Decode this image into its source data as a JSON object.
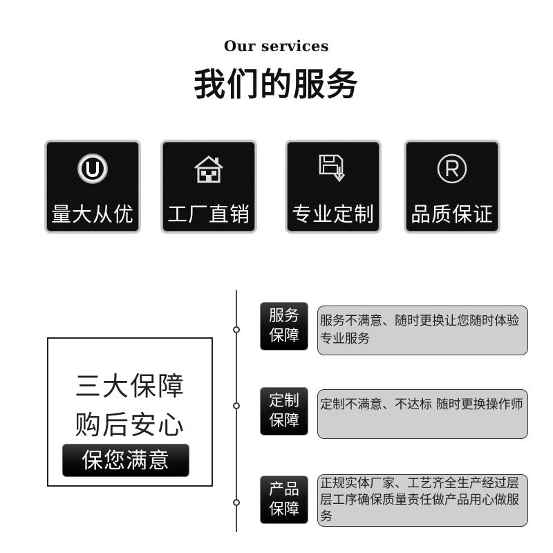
{
  "header": {
    "subtitle_en": "Our services",
    "title_cn": "我们的服务"
  },
  "features": [
    {
      "icon": "u-circle-icon",
      "label": "量大从优"
    },
    {
      "icon": "factory-house-icon",
      "label": "工厂直销"
    },
    {
      "icon": "save-download-icon",
      "label": "专业定制"
    },
    {
      "icon": "registered-icon",
      "label": "品质保证"
    }
  ],
  "guarantee": {
    "line1": "三大保障",
    "line2": "购后安心",
    "button": "保您满意"
  },
  "items": [
    {
      "badge_line1": "服务",
      "badge_line2": "保障",
      "description": "服务不满意、随时更换让您随时体验专业服务"
    },
    {
      "badge_line1": "定制",
      "badge_line2": "保障",
      "description": "定制不满意、不达标 随时更换操作师"
    },
    {
      "badge_line1": "产品",
      "badge_line2": "保障",
      "description": "正规实体厂家、工艺齐全生产经过层层工序确保质量责任做产品用心做服务"
    }
  ]
}
